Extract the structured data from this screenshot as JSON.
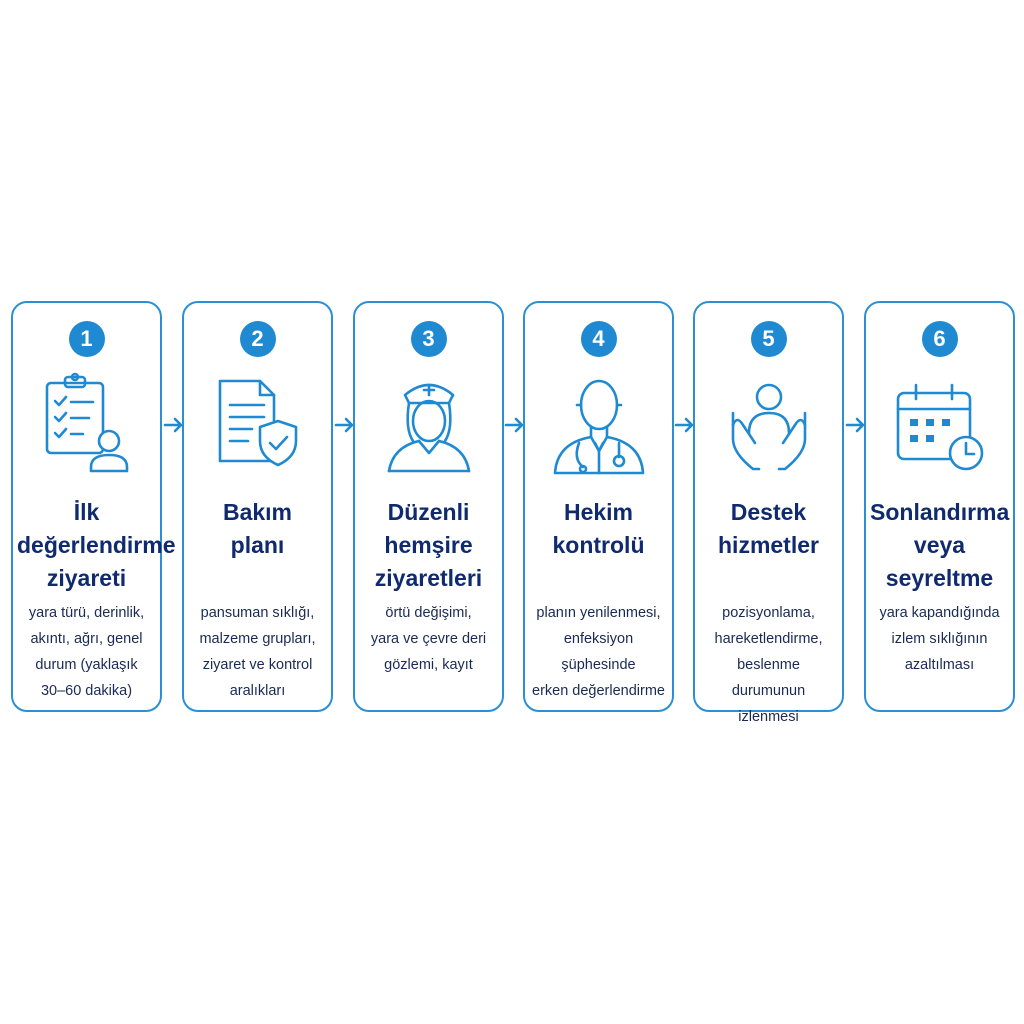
{
  "colors": {
    "accent": "#1f8ad1",
    "title": "#0f2a6e",
    "border": "#2b8fd6"
  },
  "steps": [
    {
      "number": "1",
      "title_lines": [
        "İlk",
        "değerlendirme",
        "ziyareti"
      ],
      "desc_lines": [
        "yara türü, derinlik,",
        "akıntı, ağrı, genel",
        "durum (yaklaşık",
        "30–60 dakika)"
      ],
      "icon": "clipboard-checklist-person-icon"
    },
    {
      "number": "2",
      "title_lines": [
        "Bakım",
        "planı"
      ],
      "desc_lines": [
        "pansuman sıklığı,",
        "malzeme grupları,",
        "ziyaret ve kontrol",
        "aralıkları"
      ],
      "icon": "document-shield-check-icon"
    },
    {
      "number": "3",
      "title_lines": [
        "Düzenli",
        "hemşire",
        "ziyaretleri"
      ],
      "desc_lines": [
        "örtü değişimi,",
        "yara ve çevre deri",
        "gözlemi, kayıt"
      ],
      "icon": "nurse-icon"
    },
    {
      "number": "4",
      "title_lines": [
        "Hekim",
        "kontrolü"
      ],
      "desc_lines": [
        "planın yenilenmesi,",
        "enfeksiyon şüphesinde",
        "erken değerlendirme"
      ],
      "icon": "doctor-stethoscope-icon"
    },
    {
      "number": "5",
      "title_lines": [
        "Destek",
        "hizmetler"
      ],
      "desc_lines": [
        "pozisyonlama,",
        "hareketlendirme,",
        "beslenme durumunun",
        "izlenmesi"
      ],
      "icon": "hands-supporting-person-icon"
    },
    {
      "number": "6",
      "title_lines": [
        "Sonlandırma",
        "veya",
        "seyreltme"
      ],
      "desc_lines": [
        "yara kapandığında",
        "izlem sıklığının",
        "azaltılması"
      ],
      "icon": "calendar-clock-icon"
    }
  ]
}
